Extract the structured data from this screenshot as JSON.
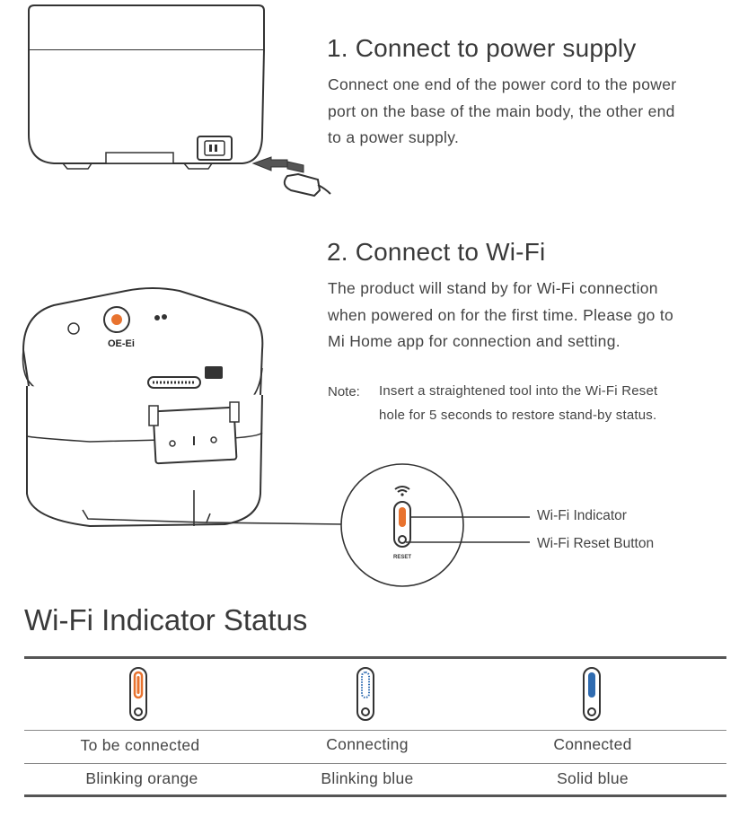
{
  "step1": {
    "title": "1. Connect to power supply",
    "lines": [
      "Connect one end of the power cord to the power",
      "port on the base of the main body, the other end",
      "to a power supply."
    ]
  },
  "step2": {
    "title": "2. Connect to Wi-Fi",
    "lines": [
      "The product will stand by for Wi-Fi connection",
      "when powered on for the first time. Please go to",
      "Mi Home app for connection and setting."
    ],
    "note_label": "Note:",
    "note_lines": [
      "Insert a straightened tool into the Wi-Fi Reset",
      "hole for 5 seconds to restore stand-by status."
    ]
  },
  "callouts": {
    "indicator": "Wi-Fi Indicator",
    "reset": "Wi-Fi Reset Button",
    "reset_tiny": "RESET",
    "panel_logo": "OE-Ei"
  },
  "status": {
    "title": "Wi-Fi Indicator Status",
    "columns": [
      {
        "state": "To be connected",
        "light": "Blinking orange",
        "icon": "indicator-blinking-orange-icon"
      },
      {
        "state": "Connecting",
        "light": "Blinking blue",
        "icon": "indicator-blinking-blue-icon"
      },
      {
        "state": "Connected",
        "light": "Solid blue",
        "icon": "indicator-solid-blue-icon"
      }
    ]
  },
  "colors": {
    "orange": "#e8732f",
    "blue": "#2f6bb0",
    "line": "#555555"
  }
}
